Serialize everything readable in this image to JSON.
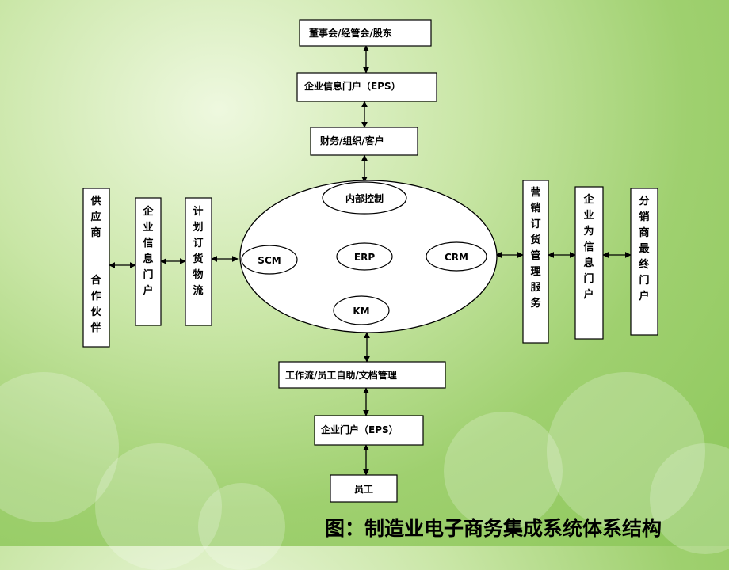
{
  "diagram": {
    "board": "董事会/经管会/股东",
    "eps_top": "企业信息门户（EPS）",
    "finance": "财务/组织/客户",
    "internal_control": "内部控制",
    "scm": "SCM",
    "erp": "ERP",
    "crm": "CRM",
    "km": "KM",
    "workflow": "工作流/员工自助/文档管理",
    "eps_bottom": "企业门户（EPS）",
    "employee": "员工",
    "supplier": "供应商",
    "partner": "合作伙伴",
    "enterprise_portal_left": "企业信息门户",
    "planning": "计划订货物流",
    "marketing": "营销订货管理服务",
    "enterprise_portal_right": "企业为信息门户",
    "distributor": "分销商最终门户"
  },
  "caption": "图：制造业电子商务集成系统体系结构"
}
